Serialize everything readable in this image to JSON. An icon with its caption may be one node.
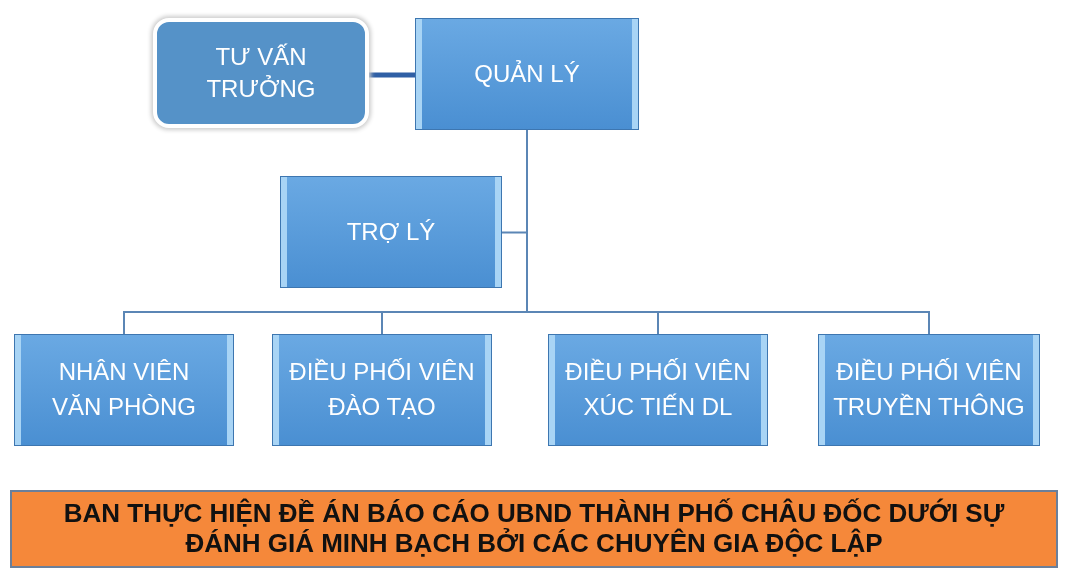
{
  "diagram": {
    "nodes": [
      {
        "text": [
          "TƯ VẤN TRƯỞNG"
        ]
      },
      {
        "text": [
          "QUẢN LÝ"
        ]
      },
      {
        "text": [
          "TRỢ LÝ"
        ]
      },
      {
        "text": [
          "NHÂN VIÊN VĂN PHÒNG"
        ]
      },
      {
        "text": [
          "ĐIỀU PHỐI VIÊN ĐÀO TẠO"
        ]
      },
      {
        "text": [
          "ĐIỀU PHỐI VIÊN XÚC TIẾN DL"
        ]
      },
      {
        "text": [
          "ĐIỀU PHỐI VIÊN TRUYỀN THÔNG"
        ]
      },
      {
        "text": [
          "BAN THỰC HIỆN ĐỀ ÁN BÁO CÁO UBND THÀNH PHỐ CHÂU ĐỐC DƯỚI SỰ ĐÁNH GIÁ MINH BẠCH BỞI CÁC CHUYÊN GIA ĐỘC LẬP"
        ]
      }
    ],
    "edges": [
      {
        "from": 0,
        "to": 1,
        "arrow": "none",
        "style": "thick"
      },
      {
        "from": 1,
        "to": 2,
        "arrow": "none"
      },
      {
        "from": 1,
        "to": 3,
        "arrow": "none"
      },
      {
        "from": 1,
        "to": 4,
        "arrow": "none"
      },
      {
        "from": 1,
        "to": 5,
        "arrow": "none"
      },
      {
        "from": 1,
        "to": 6,
        "arrow": "none"
      }
    ]
  }
}
